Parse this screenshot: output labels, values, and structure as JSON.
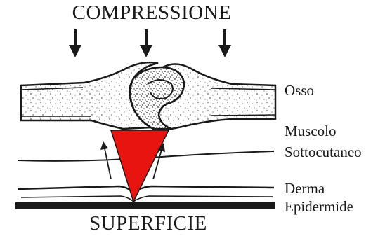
{
  "diagram": {
    "top_label": "COMPRESSIONE",
    "bottom_label": "SUPERFICIE",
    "layers": {
      "osso": "Osso",
      "muscolo": "Muscolo",
      "sottocutaneo": "Sottocutaneo",
      "derma": "Derma",
      "epidermide": "Epidermide"
    },
    "colors": {
      "pressure_zone": "#e8140f",
      "ink": "#1a1a1a",
      "background": "#ffffff"
    }
  }
}
